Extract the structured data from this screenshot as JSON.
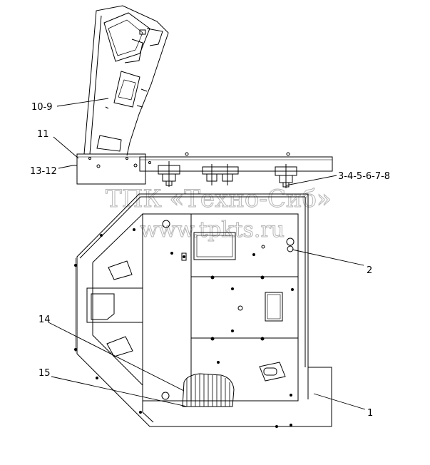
{
  "watermark": {
    "line1": "ТПК «Техно-Сиб»",
    "line2": "www.tpkts.ru"
  },
  "callouts": [
    {
      "id": "c1",
      "text": "10-9"
    },
    {
      "id": "c2",
      "text": "11"
    },
    {
      "id": "c3",
      "text": "13-12"
    },
    {
      "id": "c4",
      "text": "3-4-5-6-7-8"
    },
    {
      "id": "c5",
      "text": "2"
    },
    {
      "id": "c6",
      "text": "14"
    },
    {
      "id": "c7",
      "text": "15"
    },
    {
      "id": "c8",
      "text": "1"
    }
  ]
}
